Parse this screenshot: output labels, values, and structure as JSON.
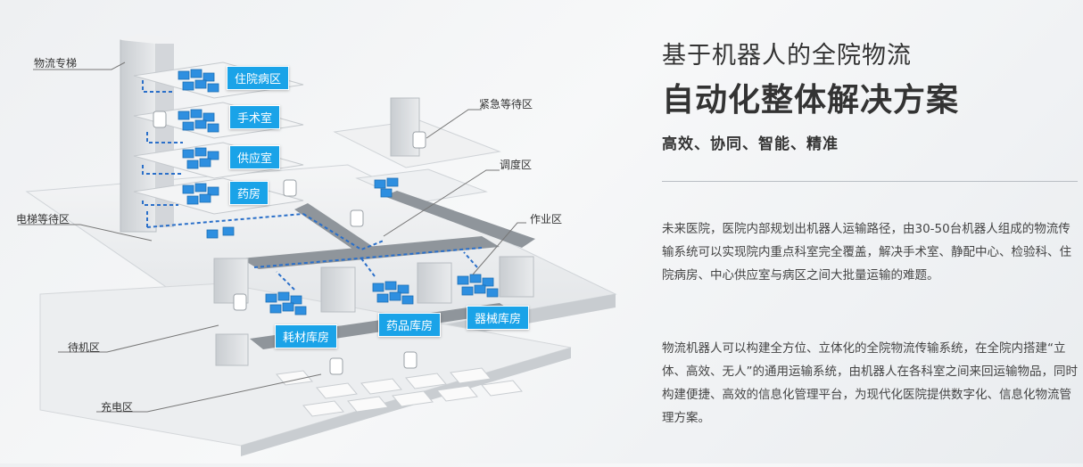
{
  "callouts": {
    "elevator": "物流专梯",
    "emergency_wait": "紧急等待区",
    "dispatch": "调度区",
    "elevator_wait": "电梯等待区",
    "work_area": "作业区",
    "standby": "待机区",
    "charging": "充电区"
  },
  "tags": {
    "inpatient": "住院病区",
    "surgery": "手术室",
    "supply": "供应室",
    "pharmacy": "药房",
    "consumables": "耗材库房",
    "drug_store": "药品库房",
    "equipment": "器械库房"
  },
  "colors": {
    "accent": "#1aa3e8",
    "path": "#2a6fc9",
    "text": "#333333"
  },
  "header": {
    "line1": "基于机器人的全院物流",
    "line2": "自动化整体解决方案",
    "line3": "高效、协同、智能、精准"
  },
  "body": {
    "para1": "未来医院，医院内部规划出机器人运输路径，由30-50台机器人组成的物流传输系统可以实现院内重点科室完全覆盖，解决手术室、静配中心、检验科、住院病房、中心供应室与病区之间大批量运输的难题。",
    "para2": "物流机器人可以构建全方位、立体化的全院物流传输系统，在全院内搭建“立体、高效、无人”的通用运输系统，由机器人在各科室之间来回运输物品，同时构建便捷、高效的信息化管理平台，为现代化医院提供数字化、信息化物流管理方案。"
  }
}
